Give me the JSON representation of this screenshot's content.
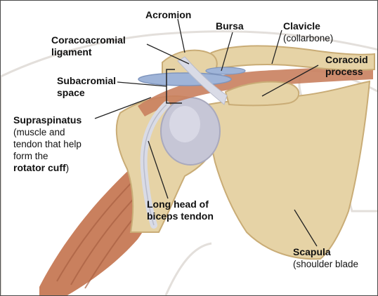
{
  "diagram": {
    "colors": {
      "bone": "#e6d3a6",
      "bone_shadow": "#c9ac76",
      "muscle": "#c9805e",
      "tendon": "#d9dbe6",
      "bursa": "#9fb4d8",
      "cartilage": "#c6c6d6",
      "body_outline": "#e3dfdb"
    },
    "labels": {
      "acromion": "Acromion",
      "bursa": "Bursa",
      "clavicle": "Clavicle",
      "clavicle_note": "(collarbone)",
      "coracoacromial_1": "Coracoacromial",
      "coracoacromial_2": "ligament",
      "coracoid_1": "Coracoid",
      "coracoid_2": "process",
      "subacromial_1": "Subacromial",
      "subacromial_2": "space",
      "supraspinatus": "Supraspinatus",
      "supraspinatus_note_1": "(muscle and",
      "supraspinatus_note_2": "tendon that help",
      "supraspinatus_note_3": "form the",
      "supraspinatus_note_4": "rotator cuff",
      "supraspinatus_note_5": ")",
      "biceps_1": "Long head of",
      "biceps_2": "biceps tendon",
      "scapula": "Scapula",
      "scapula_note": "(shoulder blade"
    }
  }
}
